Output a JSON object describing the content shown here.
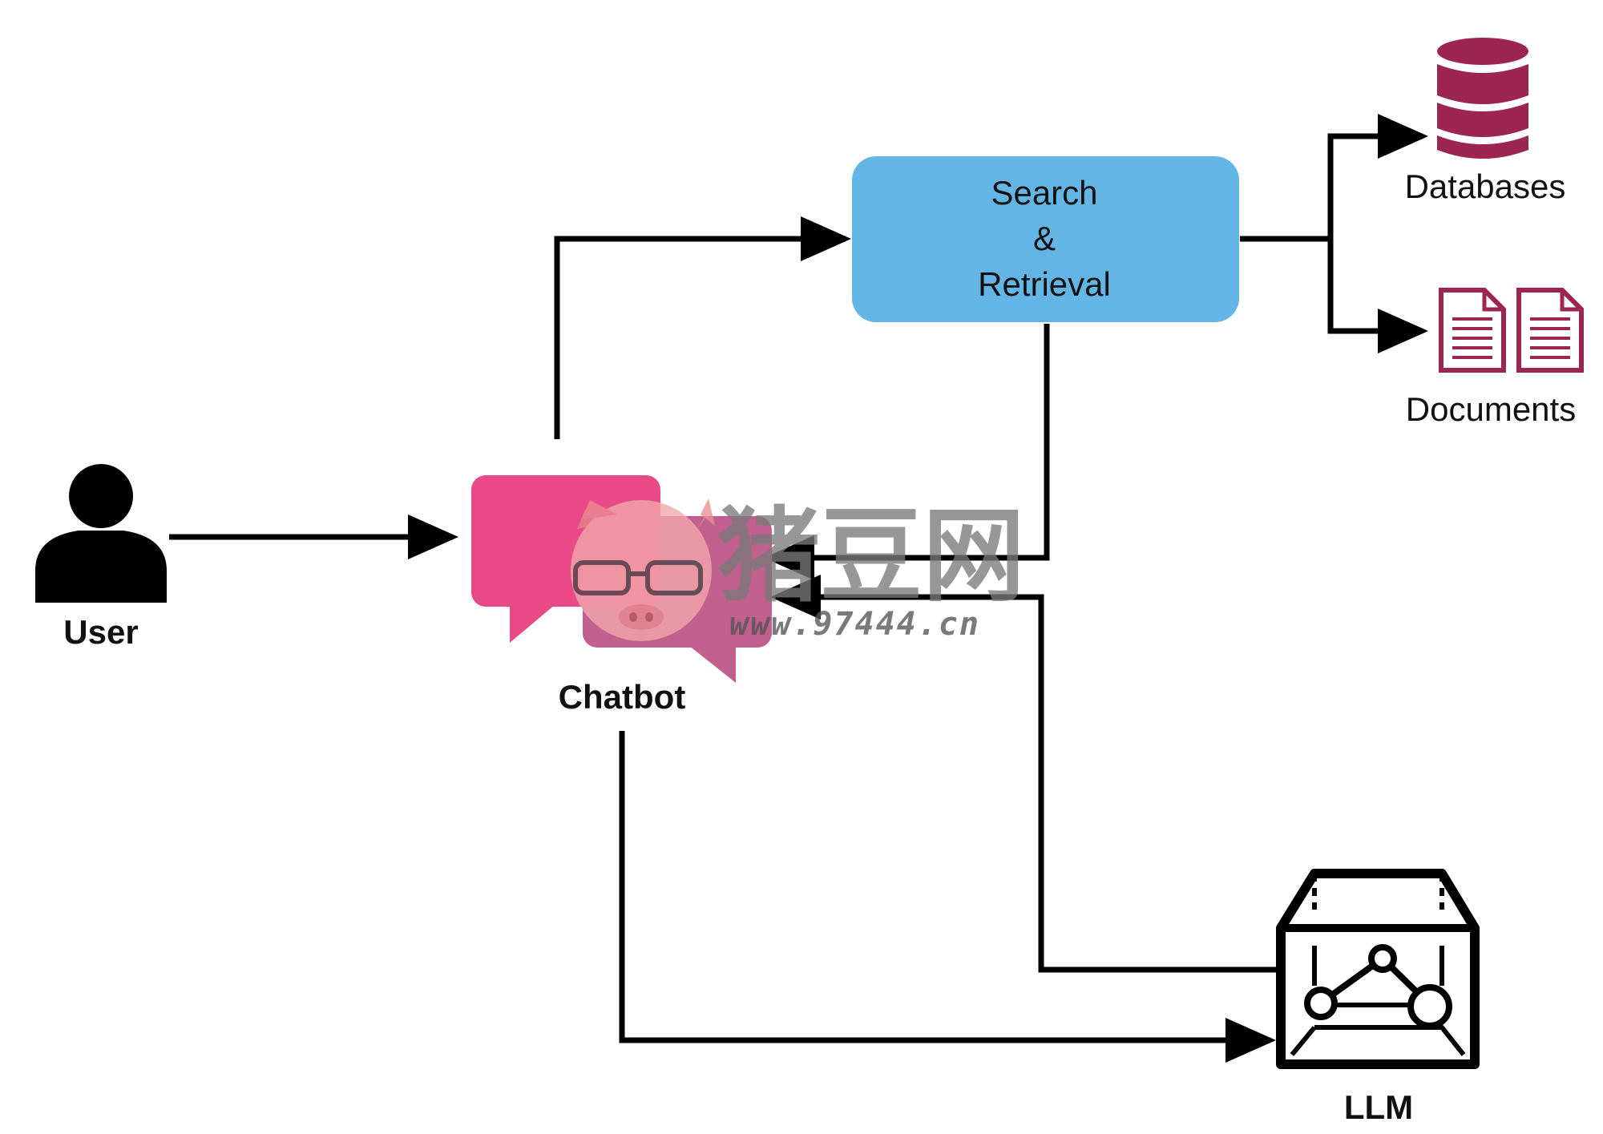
{
  "nodes": {
    "user": {
      "label": "User"
    },
    "chatbot": {
      "label": "Chatbot"
    },
    "search": {
      "lines": [
        "Search",
        "&",
        "Retrieval"
      ]
    },
    "databases": {
      "label": "Databases"
    },
    "documents": {
      "label": "Documents"
    },
    "llm": {
      "label": "LLM"
    }
  },
  "watermark": {
    "brand": "猪豆网",
    "url": "www.97444.cn"
  },
  "colors": {
    "search_box": "#63b5e5",
    "storage": "#9c2552",
    "chat_front": "#e94986",
    "chat_back": "#c1608f",
    "line": "#000000"
  },
  "icons": {
    "user": "user-silhouette-icon",
    "chatbot": "chat-bubbles-icon",
    "databases": "database-icon",
    "documents": "document-icon",
    "llm": "llm-box-icon"
  }
}
